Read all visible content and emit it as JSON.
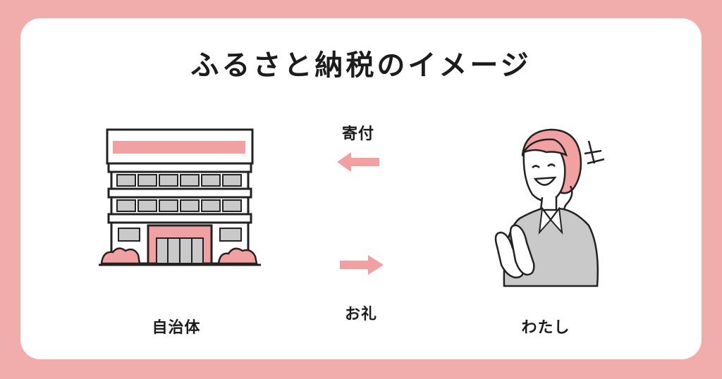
{
  "title": "ふるさと納税のイメージ",
  "labels": {
    "municipality": "自治体",
    "donation": "寄付",
    "thanks": "お礼",
    "me": "わたし"
  },
  "colors": {
    "background": "#f0adac",
    "accent": "#f2a1a3",
    "line": "#222222",
    "gray": "#c9c9c9"
  },
  "icons": {
    "building": "city-hall-icon",
    "person": "woman-clapping-icon",
    "arrow_left": "arrow-left-icon",
    "arrow_right": "arrow-right-icon"
  }
}
